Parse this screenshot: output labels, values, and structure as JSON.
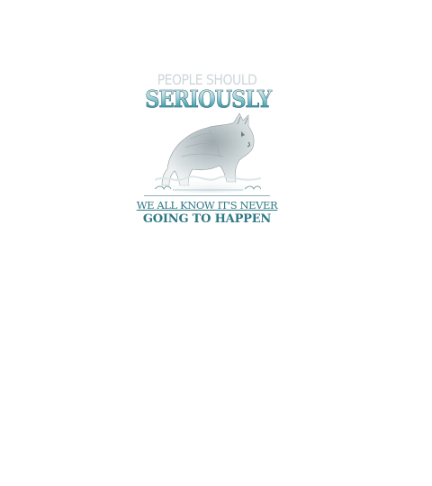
{
  "design": {
    "line1": "PEOPLE SHOULD",
    "line2": "SERIOUSLY",
    "line3": "WE ALL KNOW IT'S NEVER",
    "line4": "GOING TO HAPPEN"
  },
  "colors": {
    "teal_text": "#2f7884",
    "grey_text": "#cfd6da",
    "background": "#ffffff"
  },
  "icons": {
    "illustration": "wolf-icon",
    "ornament": "wave-ornament-icon"
  }
}
